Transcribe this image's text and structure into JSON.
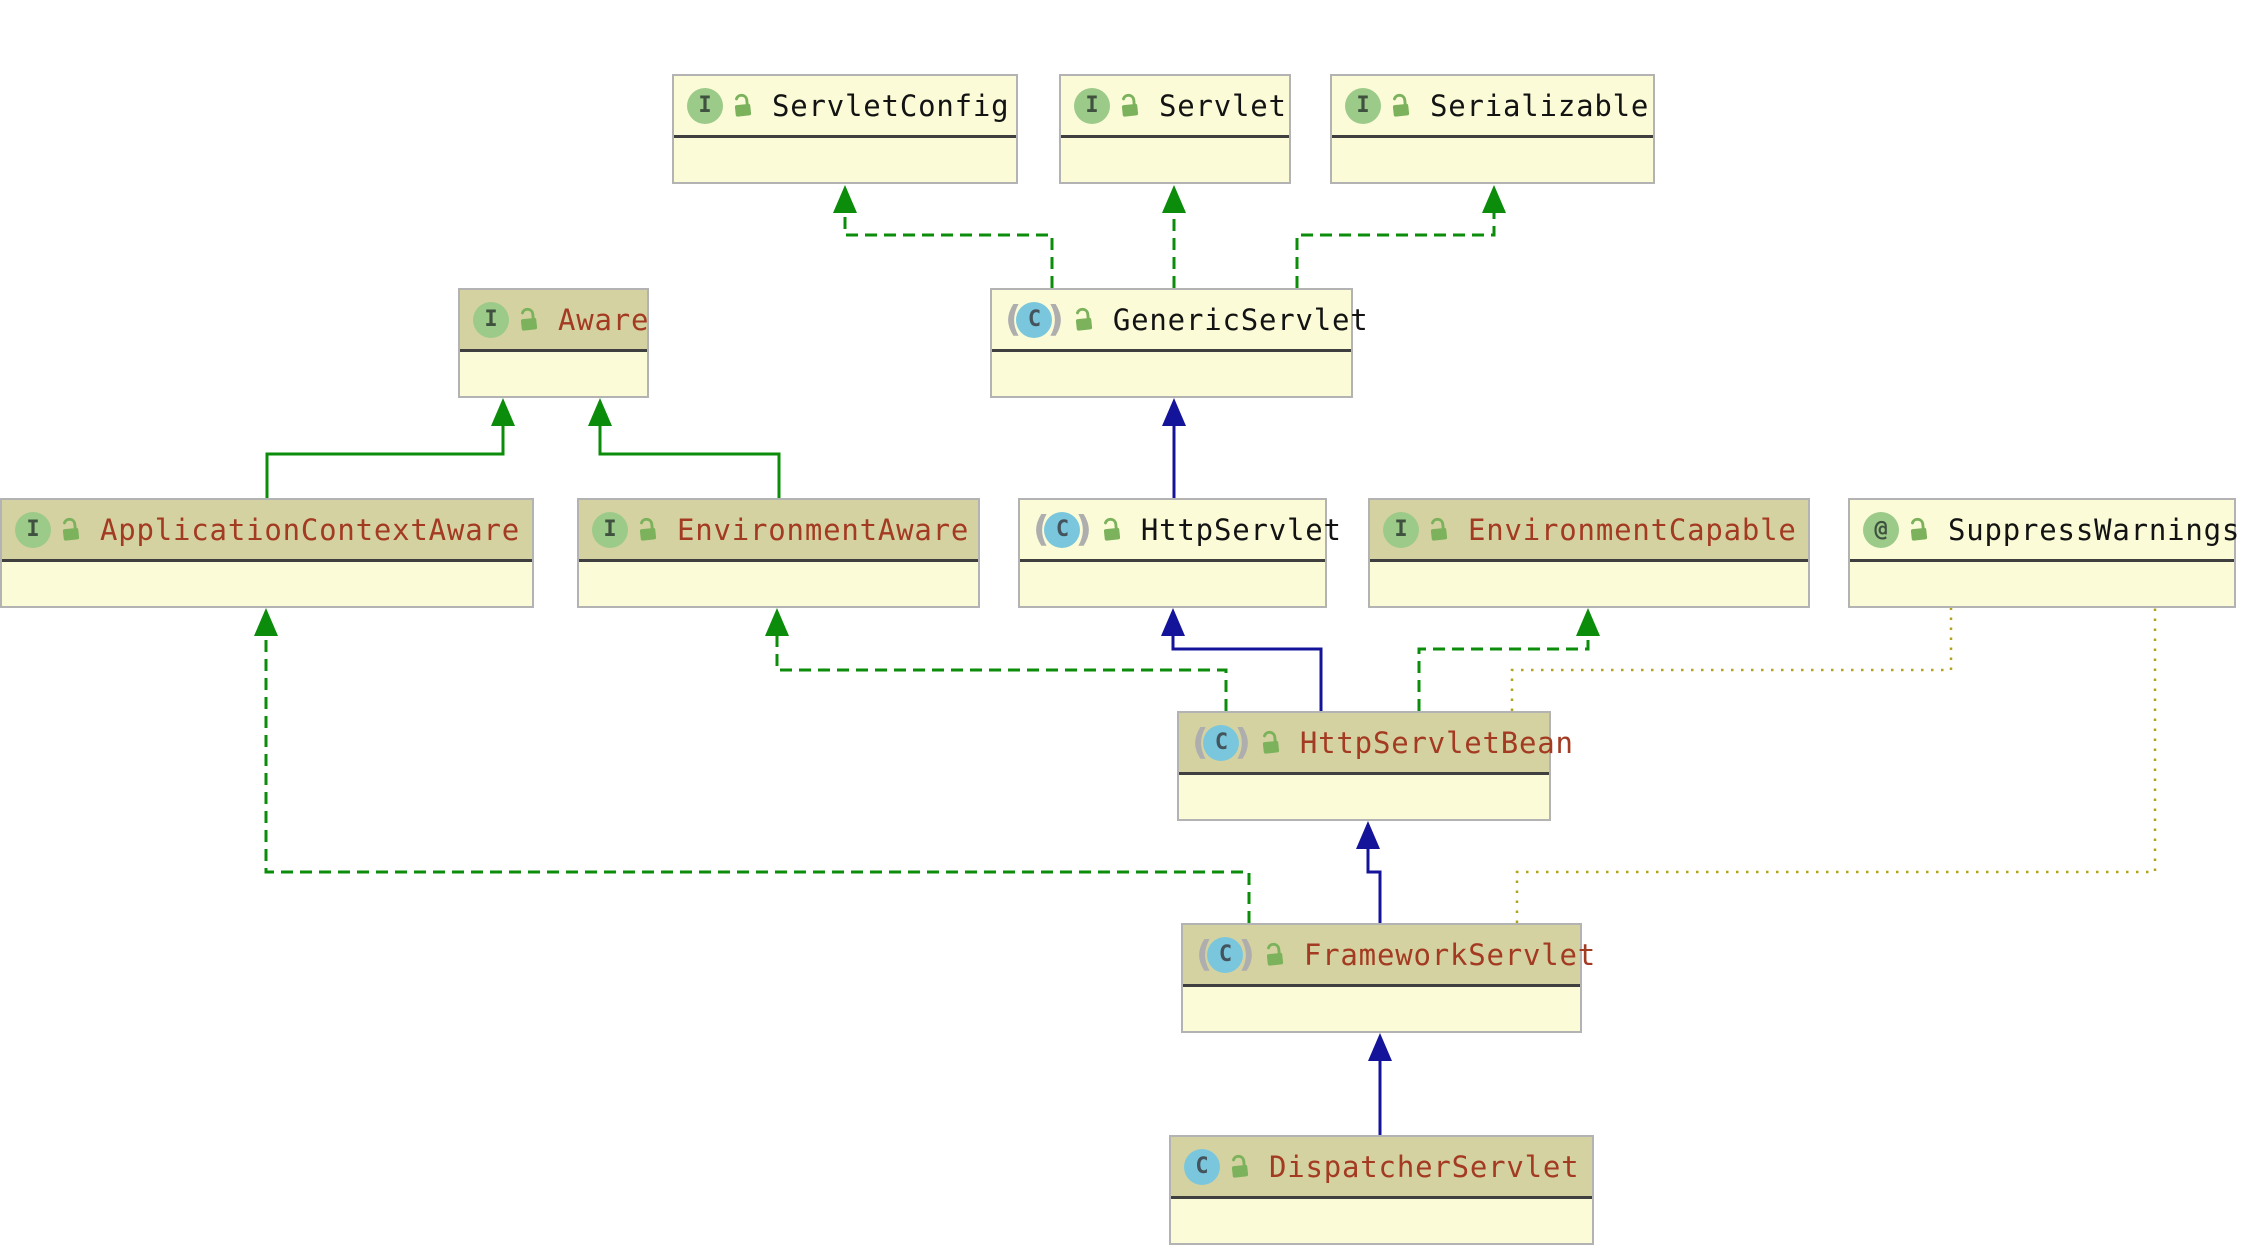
{
  "glyphs": {
    "interface": "I",
    "class": "C",
    "annotation": "@"
  },
  "colors": {
    "node_fill": "#fbfbd8",
    "highlight_header_fill": "#d5d2a2",
    "highlight_text": "#a33b22",
    "plain_text": "#131313",
    "node_border": "#b3b3b3",
    "extends_edge": "#14149b",
    "implements_edge": "#0b8c0b",
    "annotation_edge": "#b3a41e",
    "interface_icon": "#9cca89",
    "class_icon": "#7ac7dd",
    "lock_icon": "#7bb25b"
  },
  "nodes": [
    {
      "label": "ServletConfig",
      "kind": "interface",
      "visibility": "public",
      "header_highlighted": false
    },
    {
      "label": "Servlet",
      "kind": "interface",
      "visibility": "public",
      "header_highlighted": false
    },
    {
      "label": "Serializable",
      "kind": "interface",
      "visibility": "public",
      "header_highlighted": false
    },
    {
      "label": "Aware",
      "kind": "interface",
      "visibility": "public",
      "header_highlighted": true
    },
    {
      "label": "GenericServlet",
      "kind": "abstract-class",
      "visibility": "public",
      "header_highlighted": false
    },
    {
      "label": "ApplicationContextAware",
      "kind": "interface",
      "visibility": "public",
      "header_highlighted": true
    },
    {
      "label": "EnvironmentAware",
      "kind": "interface",
      "visibility": "public",
      "header_highlighted": true
    },
    {
      "label": "HttpServlet",
      "kind": "abstract-class",
      "visibility": "public",
      "header_highlighted": false
    },
    {
      "label": "EnvironmentCapable",
      "kind": "interface",
      "visibility": "public",
      "header_highlighted": true
    },
    {
      "label": "SuppressWarnings",
      "kind": "annotation",
      "visibility": "public",
      "header_highlighted": false
    },
    {
      "label": "HttpServletBean",
      "kind": "abstract-class",
      "visibility": "public",
      "header_highlighted": true
    },
    {
      "label": "FrameworkServlet",
      "kind": "abstract-class",
      "visibility": "public",
      "header_highlighted": true
    },
    {
      "label": "DispatcherServlet",
      "kind": "class",
      "visibility": "public",
      "header_highlighted": true
    }
  ],
  "edges": [
    {
      "from": "GenericServlet",
      "to": "ServletConfig",
      "type": "implements"
    },
    {
      "from": "GenericServlet",
      "to": "Servlet",
      "type": "implements"
    },
    {
      "from": "GenericServlet",
      "to": "Serializable",
      "type": "implements"
    },
    {
      "from": "ApplicationContextAware",
      "to": "Aware",
      "type": "extends-interface"
    },
    {
      "from": "EnvironmentAware",
      "to": "Aware",
      "type": "extends-interface"
    },
    {
      "from": "HttpServlet",
      "to": "GenericServlet",
      "type": "extends"
    },
    {
      "from": "HttpServletBean",
      "to": "HttpServlet",
      "type": "extends"
    },
    {
      "from": "HttpServletBean",
      "to": "EnvironmentAware",
      "type": "implements"
    },
    {
      "from": "HttpServletBean",
      "to": "EnvironmentCapable",
      "type": "implements"
    },
    {
      "from": "HttpServletBean",
      "to": "SuppressWarnings",
      "type": "annotated-with"
    },
    {
      "from": "FrameworkServlet",
      "to": "HttpServletBean",
      "type": "extends"
    },
    {
      "from": "FrameworkServlet",
      "to": "ApplicationContextAware",
      "type": "implements"
    },
    {
      "from": "FrameworkServlet",
      "to": "SuppressWarnings",
      "type": "annotated-with"
    },
    {
      "from": "DispatcherServlet",
      "to": "FrameworkServlet",
      "type": "extends"
    }
  ]
}
